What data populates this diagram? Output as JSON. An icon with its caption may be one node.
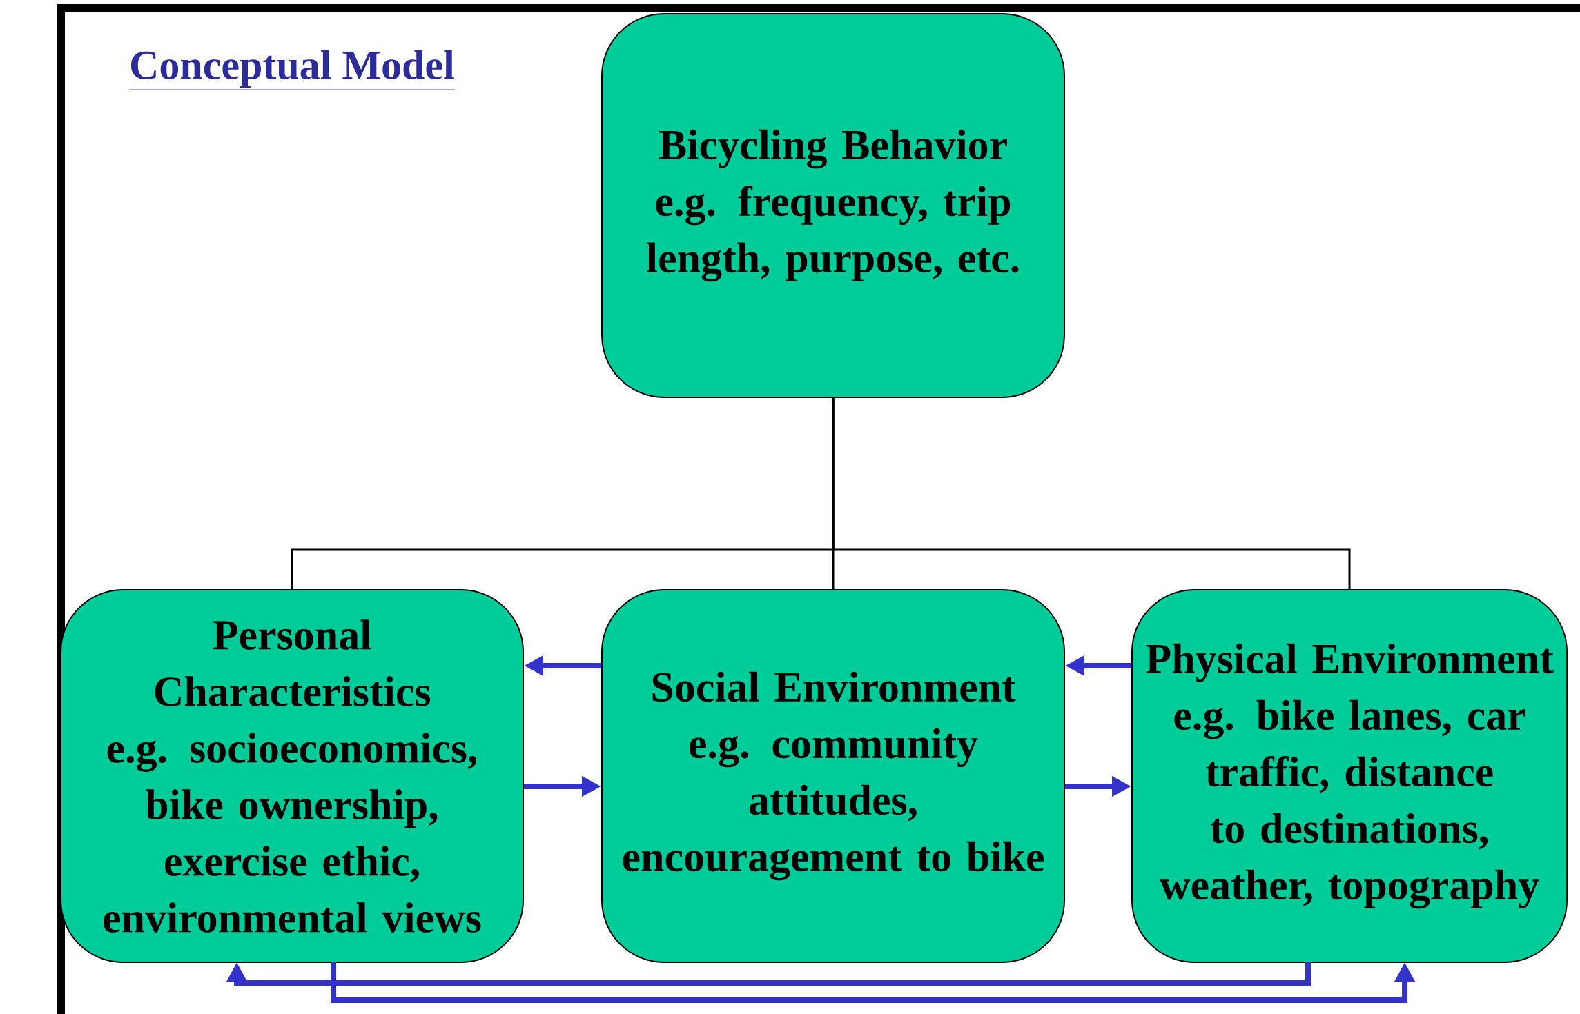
{
  "diagram": {
    "title": "Conceptual Model",
    "nodes": [
      {
        "text": [
          "Bicycling Behavior",
          "e.g. frequency, trip length, purpose, etc."
        ]
      },
      {
        "text": [
          "Personal Characteristics",
          "e.g. socioeconomics, bike ownership, exercise ethic, environmental views"
        ]
      },
      {
        "text": [
          "Social Environment",
          "e.g. community attitudes, encouragement to bike"
        ]
      },
      {
        "text": [
          "Physical Environment",
          "e.g. bike lanes, car traffic, distance to destinations, weather, topography"
        ]
      }
    ],
    "edges": [
      {
        "from": 0,
        "to": 1,
        "arrow": "none",
        "color": "#000000"
      },
      {
        "from": 0,
        "to": 2,
        "arrow": "none",
        "color": "#000000"
      },
      {
        "from": 0,
        "to": 3,
        "arrow": "none",
        "color": "#000000"
      },
      {
        "from": 2,
        "to": 1,
        "arrow": "to"
      },
      {
        "from": 1,
        "to": 2,
        "arrow": "to"
      },
      {
        "from": 3,
        "to": 2,
        "arrow": "to"
      },
      {
        "from": 2,
        "to": 3,
        "arrow": "to"
      },
      {
        "from": 3,
        "to": 1,
        "arrow": "to"
      },
      {
        "from": 1,
        "to": 3,
        "arrow": "to"
      }
    ]
  }
}
